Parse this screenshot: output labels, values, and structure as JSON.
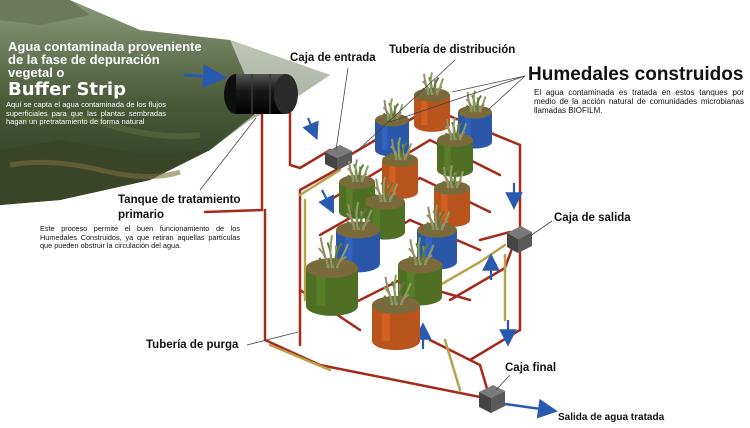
{
  "header": {
    "title": "Agua contaminada proveniente de la fase de depuración vegetal o",
    "highlight": "Buffer Strip",
    "body": "Aquí se capta el agua contaminada de los flujos superficiales para que las plantas sembradas hagan un pretratamiento de forma natural"
  },
  "labels": {
    "caja_entrada": "Caja de entrada",
    "tuberia_distribucion": "Tubería de distribución",
    "caja_salida": "Caja de salida",
    "tuberia_purga": "Tubería de purga",
    "caja_final": "Caja final",
    "salida": "Salida de agua tratada"
  },
  "humedales": {
    "title": "Humedales construidos",
    "body": "El agua contaminada es tratada en estos tanques por medio de la acción natural de comunidades microbianas llamadas BIOFILM."
  },
  "tanque": {
    "title": "Tanque de tratamiento primario",
    "body": "Este proceso permite el buen funcionamiento de los Humedales Construidos, ya que retiran aquellas partículas que pueden obstruir la circulación del agua."
  },
  "colors": {
    "pipe_red": "#a52a1a",
    "pipe_yellow": "#b8a24a",
    "tank_blue": "#2a57a8",
    "tank_green": "#4f6f24",
    "tank_orange": "#b8541c",
    "flow_arrow": "#2a5ab0"
  }
}
